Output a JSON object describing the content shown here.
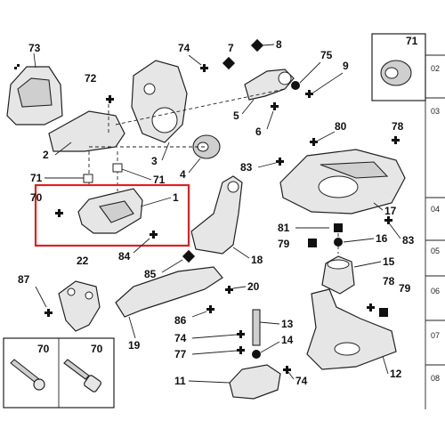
{
  "callouts": {
    "c73": "73",
    "c72": "72",
    "c74a": "74",
    "c7": "7",
    "c8": "8",
    "c75": "75",
    "c9": "9",
    "c5": "5",
    "c6": "6",
    "c2": "2",
    "c3": "3",
    "c4": "4",
    "c71a": "71",
    "c71b": "71",
    "c70": "70",
    "c1": "1",
    "c84": "84",
    "c80": "80",
    "c78a": "78",
    "c83a": "83",
    "c17": "17",
    "c83b": "83",
    "c81": "81",
    "c16": "16",
    "c79a": "79",
    "c15": "15",
    "c85": "85",
    "c18": "18",
    "c87": "87",
    "c22": "22",
    "c20": "20",
    "c78b": "78",
    "c79b": "79",
    "c86": "86",
    "c19": "19",
    "c13": "13",
    "c74b": "74",
    "c14": "14",
    "c77": "77",
    "c11": "11",
    "c74c": "74",
    "c12": "12",
    "c70b": "70",
    "c70c": "70",
    "c71top": "71"
  },
  "side_refs": [
    "02",
    "03",
    "04",
    "05",
    "06",
    "07",
    "08"
  ],
  "highlight_color": "#e02020"
}
